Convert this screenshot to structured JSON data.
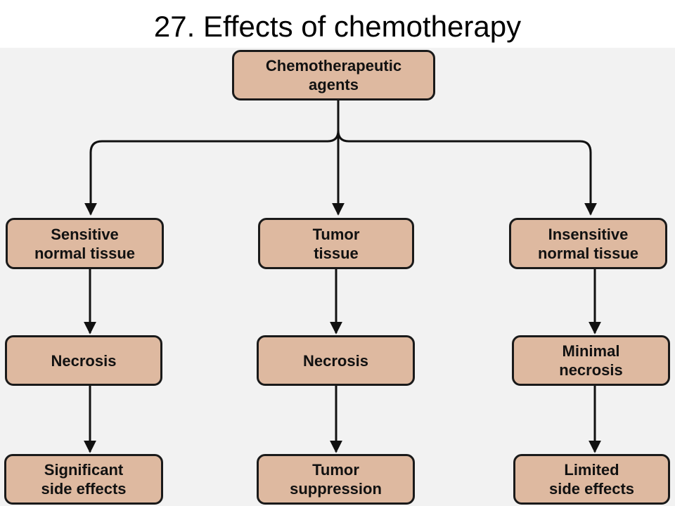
{
  "title": "27. Effects of chemotherapy",
  "colors": {
    "box_fill": "#deb9a0",
    "box_border": "#1a1a1a",
    "background": "#f2f2f2",
    "arrow": "#111111"
  },
  "root": {
    "line1": "Chemotherapeutic",
    "line2": "agents"
  },
  "columns": [
    {
      "tissue": {
        "line1": "Sensitive",
        "line2": "normal tissue"
      },
      "effect": {
        "line1": "Necrosis",
        "line2": ""
      },
      "outcome": {
        "line1": "Significant",
        "line2": "side effects"
      }
    },
    {
      "tissue": {
        "line1": "Tumor",
        "line2": "tissue"
      },
      "effect": {
        "line1": "Necrosis",
        "line2": ""
      },
      "outcome": {
        "line1": "Tumor",
        "line2": "suppression"
      }
    },
    {
      "tissue": {
        "line1": "Insensitive",
        "line2": "normal tissue"
      },
      "effect": {
        "line1": "Minimal",
        "line2": "necrosis"
      },
      "outcome": {
        "line1": "Limited",
        "line2": "side effects"
      }
    }
  ]
}
